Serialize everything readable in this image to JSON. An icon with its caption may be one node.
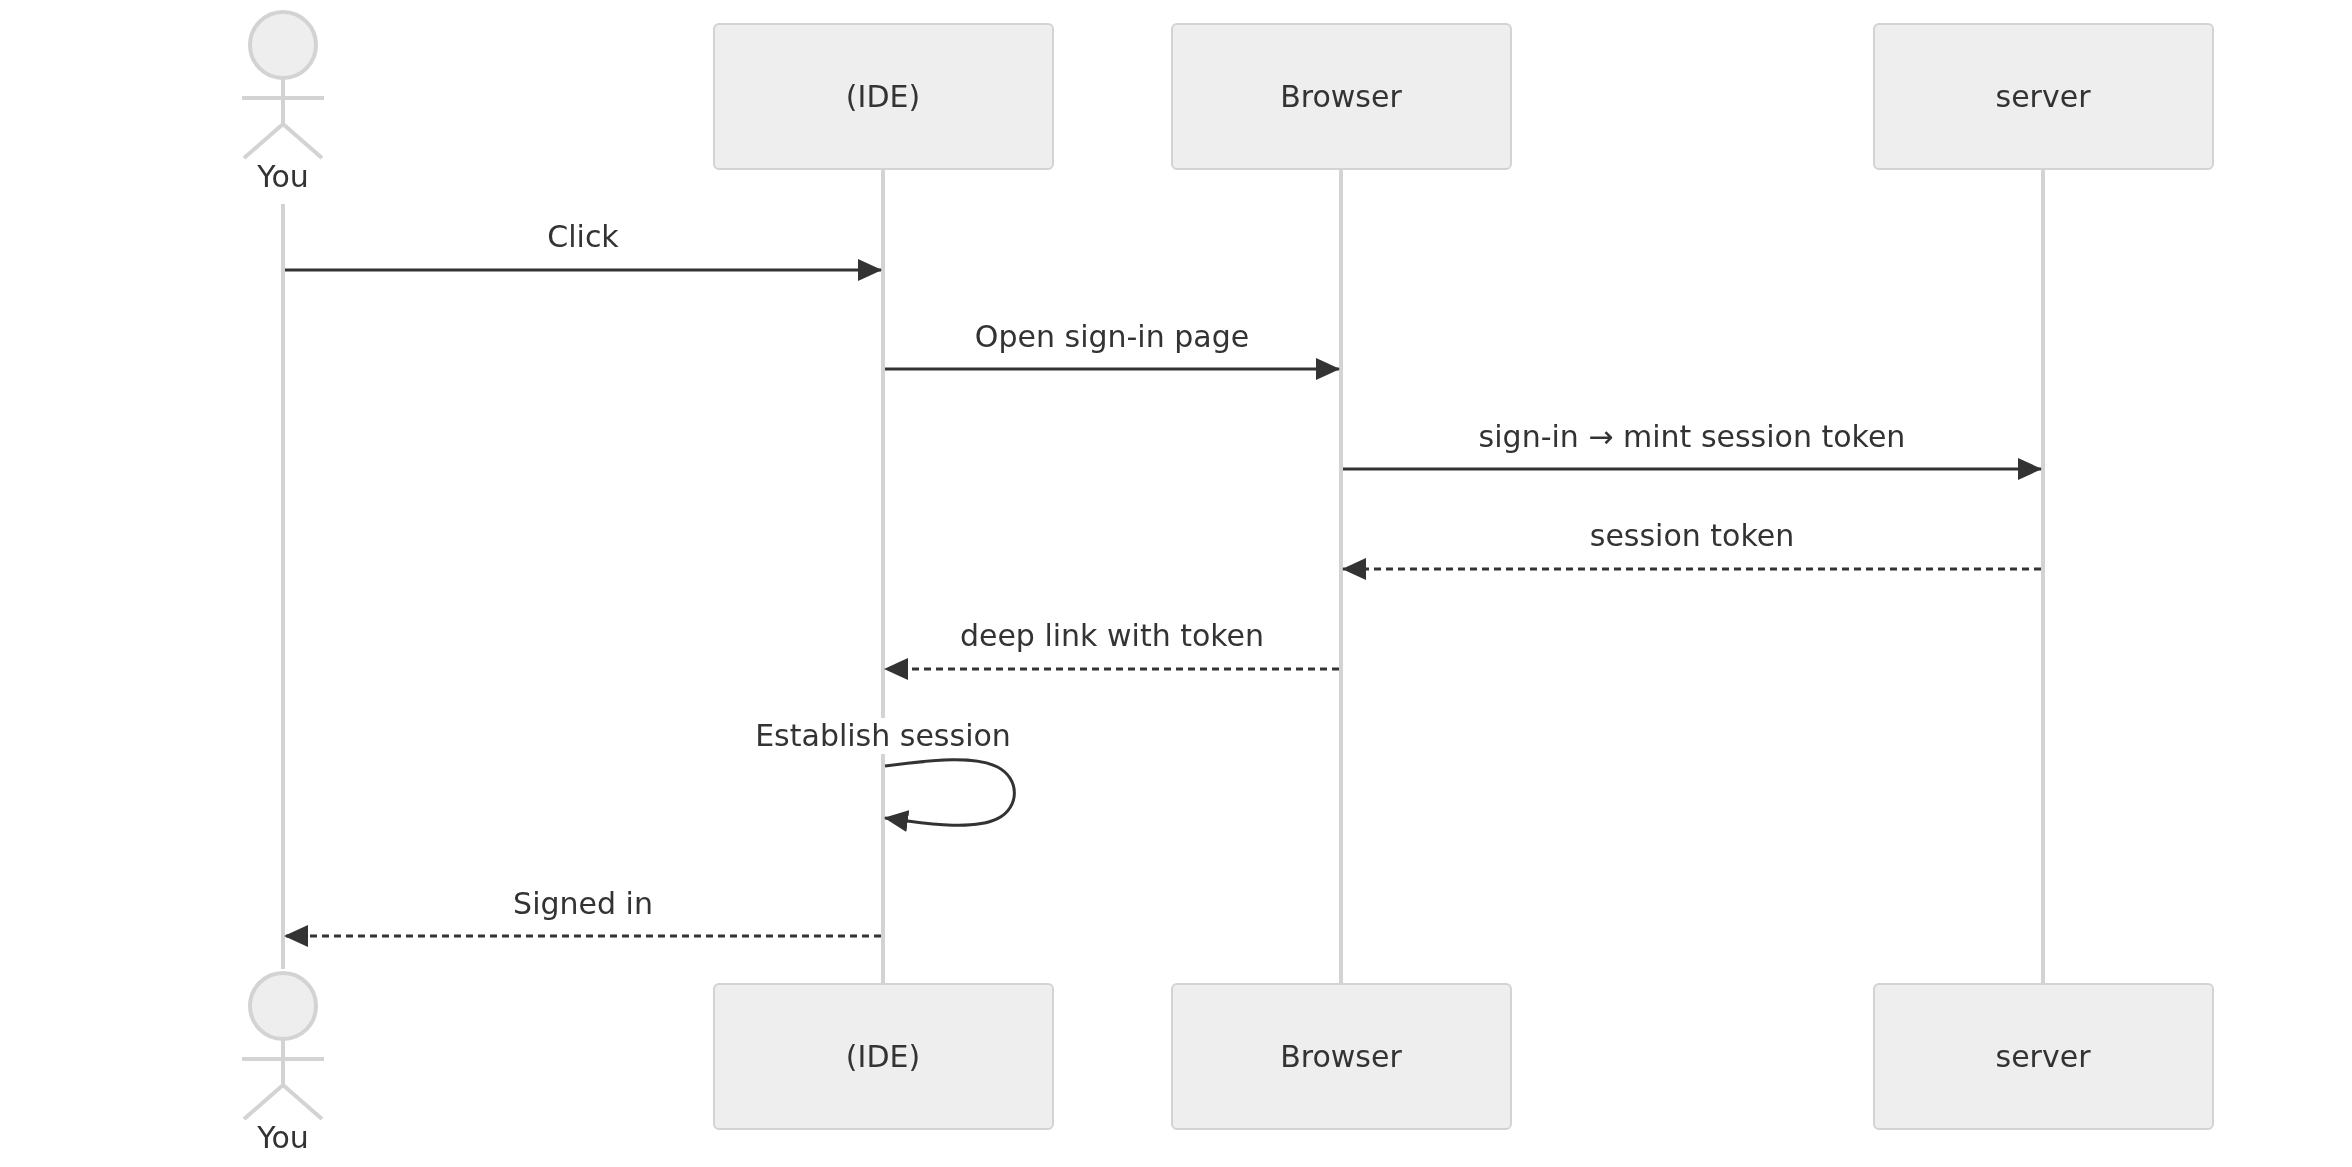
{
  "diagram": {
    "nodes": [
      {
        "text": [
          "You"
        ]
      },
      {
        "text": [
          "(IDE)"
        ]
      },
      {
        "text": [
          "Browser"
        ]
      },
      {
        "text": [
          "server"
        ]
      },
      {
        "text": [],
        "shape": "bar"
      },
      {
        "text": [],
        "shape": "bar"
      },
      {
        "text": [],
        "shape": "bar"
      },
      {
        "text": [],
        "shape": "bar"
      },
      {
        "text": [
          "You"
        ]
      },
      {
        "text": [
          "(IDE)"
        ]
      },
      {
        "text": [
          "Browser"
        ]
      },
      {
        "text": [
          "server"
        ]
      }
    ],
    "edges": [
      {
        "from": 4,
        "to": 5,
        "arrow": "to",
        "label": "Click"
      },
      {
        "from": 5,
        "to": 6,
        "arrow": "to",
        "label": "Open sign-in page"
      },
      {
        "from": 6,
        "to": 7,
        "arrow": "to",
        "label": "sign-in → mint session token"
      },
      {
        "from": 7,
        "to": 6,
        "arrow": "to",
        "label": "session token",
        "style": "dashed"
      },
      {
        "from": 6,
        "to": 5,
        "arrow": "to",
        "label": "deep link with token",
        "style": "dashed"
      },
      {
        "from": 5,
        "to": 5,
        "arrow": "to",
        "label": "Establish session"
      },
      {
        "from": 5,
        "to": 4,
        "arrow": "to",
        "label": "Signed in",
        "style": "dashed"
      }
    ]
  }
}
